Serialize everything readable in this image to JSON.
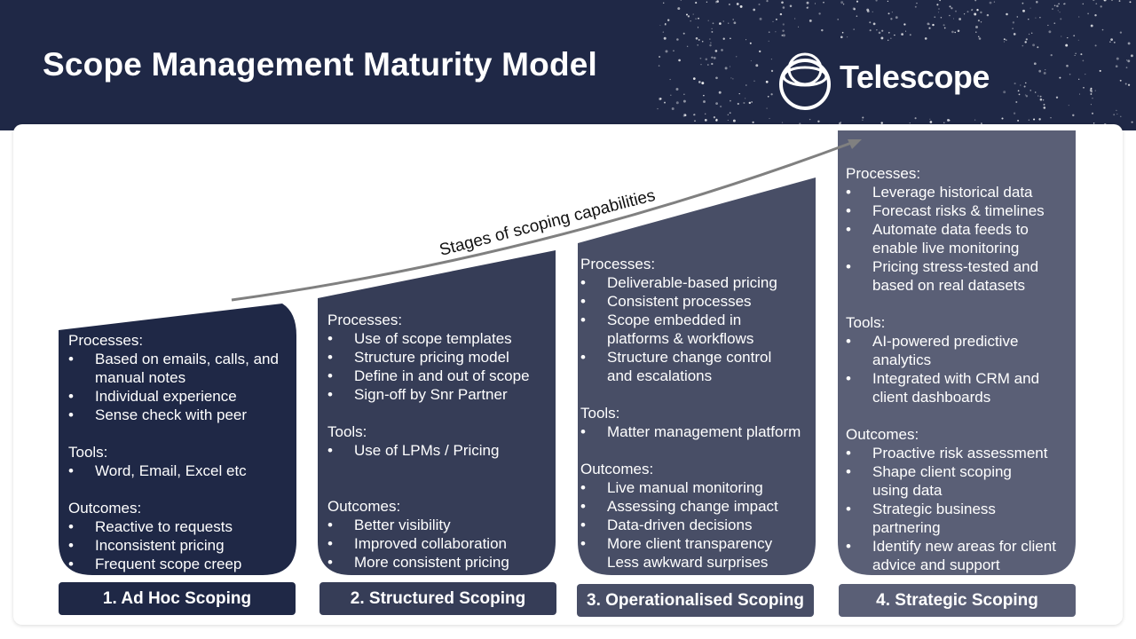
{
  "header": {
    "title": "Scope Management Maturity Model",
    "logo_text": "Telescope"
  },
  "arrow_label": "Stages of scoping capabilities",
  "colors": {
    "header_bg": "#1f2846",
    "stage_1": "#1f2846",
    "stage_2": "#363d57",
    "stage_3": "#484e66",
    "stage_4": "#5a5f76",
    "arrow": "#808080"
  },
  "stages": [
    {
      "label": "1. Ad Hoc Scoping",
      "processes_title": "Processes:",
      "processes": [
        "Based on emails, calls, and manual notes",
        "Individual experience",
        "Sense check with peer"
      ],
      "tools_title": "Tools:",
      "tools": [
        "Word, Email, Excel etc"
      ],
      "outcomes_title": "Outcomes:",
      "outcomes": [
        "Reactive to requests",
        "Inconsistent pricing",
        "Frequent scope creep"
      ]
    },
    {
      "label": "2. Structured Scoping",
      "processes_title": "Processes:",
      "processes": [
        "Use of scope templates",
        "Structure pricing model",
        "Define in and out of scope",
        "Sign-off by Snr Partner"
      ],
      "tools_title": "Tools:",
      "tools": [
        "Use of LPMs / Pricing"
      ],
      "outcomes_title": "Outcomes:",
      "outcomes": [
        "Better visibility",
        "Improved  collaboration",
        "More consistent pricing"
      ]
    },
    {
      "label": "3. Operationalised Scoping",
      "processes_title": "Processes:",
      "processes": [
        "Deliverable-based pricing",
        "Consistent processes",
        "Scope embedded in platforms &  workflows",
        "Structure change control and escalations"
      ],
      "tools_title": "Tools:",
      "tools": [
        "Matter management platform"
      ],
      "outcomes_title": "Outcomes:",
      "outcomes": [
        "Live manual monitoring",
        "Assessing change impact",
        "Data-driven decisions",
        "More client transparency Less awkward surprises"
      ]
    },
    {
      "label": "4. Strategic Scoping",
      "processes_title": "Processes:",
      "processes": [
        "Leverage historical data",
        "Forecast risks & timelines",
        "Automate data feeds to enable live monitoring",
        "Pricing stress-tested and based on real datasets"
      ],
      "tools_title": "Tools:",
      "tools": [
        "AI-powered predictive analytics",
        "Integrated with CRM and client dashboards"
      ],
      "outcomes_title": "Outcomes:",
      "outcomes": [
        "Proactive risk assessment",
        "Shape client scoping using data",
        "Strategic business partnering",
        "Identify new areas for client advice and support"
      ]
    }
  ]
}
